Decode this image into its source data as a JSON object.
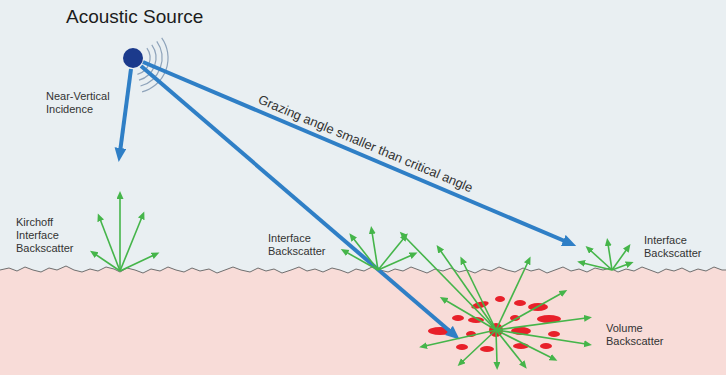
{
  "diagram": {
    "nodes": [
      {
        "text": [
          "Acoustic Source"
        ]
      }
    ],
    "labels": [
      "Near-Vertical Incidence",
      "Grazing angle smaller than critical angle",
      "Kirchoff Interface Backscatter",
      "Interface Backscatter",
      "Interface Backscatter",
      "Volume Backscatter"
    ]
  }
}
